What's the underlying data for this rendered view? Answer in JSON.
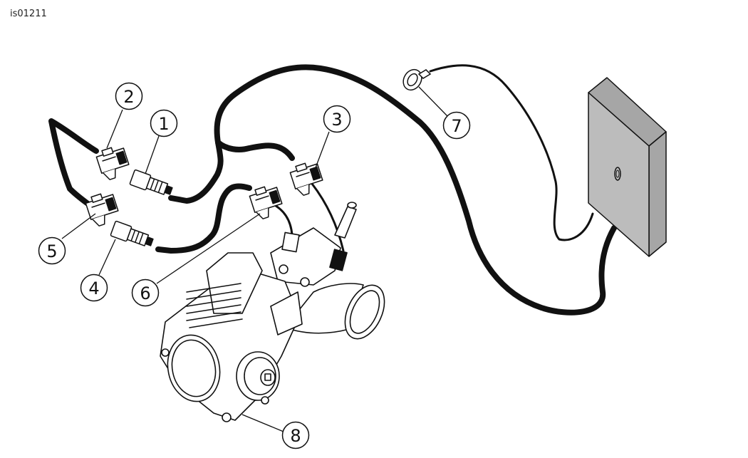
{
  "figure_id": "is01211",
  "colors": {
    "line": "#111111",
    "module_fill": "#bcbcbc",
    "module_edge": "#a6a6a6",
    "part_fill": "#ffffff"
  },
  "callouts": [
    {
      "number": "1",
      "name": "callout-1"
    },
    {
      "number": "2",
      "name": "callout-2"
    },
    {
      "number": "3",
      "name": "callout-3"
    },
    {
      "number": "4",
      "name": "callout-4"
    },
    {
      "number": "5",
      "name": "callout-5"
    },
    {
      "number": "6",
      "name": "callout-6"
    },
    {
      "number": "7",
      "name": "callout-7"
    },
    {
      "number": "8",
      "name": "callout-8"
    }
  ]
}
